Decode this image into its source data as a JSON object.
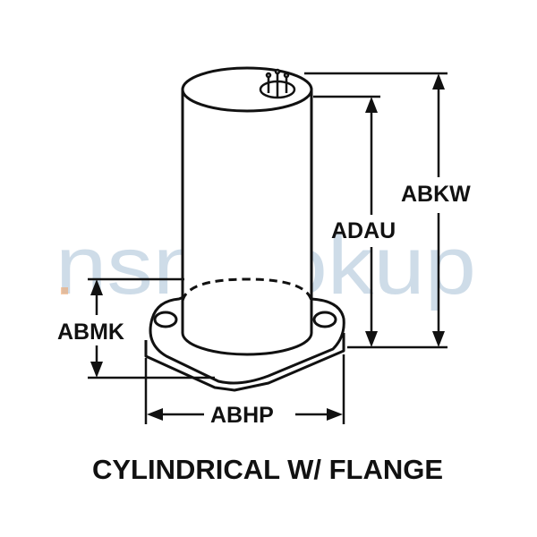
{
  "drawing": {
    "caption": "CYLINDRICAL W/ FLANGE",
    "dimensions": {
      "overall_height": "ABKW",
      "body_height": "ADAU",
      "flange_thickness": "ABMK",
      "flange_width": "ABHP"
    }
  },
  "watermark": {
    "text": "nsnlookup",
    "color": "#7fa3c2",
    "accent_color": "#f0a060"
  },
  "colors": {
    "line": "#111111",
    "background": "#ffffff"
  }
}
